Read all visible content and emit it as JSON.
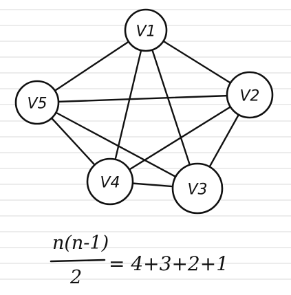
{
  "diagram": {
    "nodes": [
      {
        "id": "v1",
        "label": "V1"
      },
      {
        "id": "v2",
        "label": "V2"
      },
      {
        "id": "v3",
        "label": "V3"
      },
      {
        "id": "v4",
        "label": "V4"
      },
      {
        "id": "v5",
        "label": "V5"
      }
    ],
    "edges": [
      [
        "v1",
        "v2"
      ],
      [
        "v1",
        "v3"
      ],
      [
        "v1",
        "v4"
      ],
      [
        "v1",
        "v5"
      ],
      [
        "v2",
        "v3"
      ],
      [
        "v2",
        "v4"
      ],
      [
        "v2",
        "v5"
      ],
      [
        "v3",
        "v4"
      ],
      [
        "v3",
        "v5"
      ],
      [
        "v4",
        "v5"
      ]
    ]
  },
  "formula": {
    "numerator": "n(n-1)",
    "denominator": "2",
    "rhs": "= 4+3+2+1"
  },
  "colors": {
    "ink": "#111111",
    "rule_line": "#d9d9d9",
    "paper": "#ffffff"
  }
}
